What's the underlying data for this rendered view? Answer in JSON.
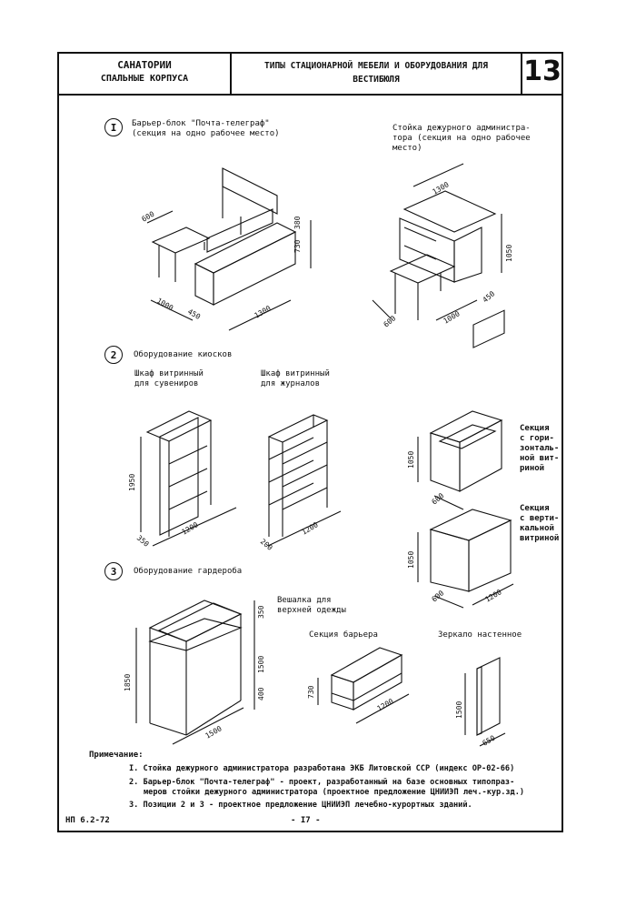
{
  "header": {
    "left_line1": "САНАТОРИИ",
    "left_line2": "СПАЛЬНЫЕ КОРПУСА",
    "title_line1": "ТИПЫ СТАЦИОНАРНОЙ МЕБЕЛИ И ОБОРУДОВАНИЯ ДЛЯ",
    "title_line2": "ВЕСТИБЮЛЯ",
    "sheet_number": "13"
  },
  "sections": {
    "s1": {
      "number": "I",
      "title_line1": "Барьер-блок \"Почта-телеграф\"",
      "title_line2": "(секция на одно рабочее место)",
      "right_line1": "Стойка дежурного администра-",
      "right_line2": "тора (секция на одно рабочее",
      "right_line3": "место)",
      "dims_left": [
        "600",
        "730",
        "380",
        "1000",
        "450",
        "1300"
      ],
      "dims_right": [
        "1300",
        "1050",
        "600",
        "1000",
        "450"
      ]
    },
    "s2": {
      "number": "2",
      "title": "Оборудование киосков",
      "cab1_line1": "Шкаф витринный",
      "cab1_line2": "для сувениров",
      "cab2_line1": "Шкаф витринный",
      "cab2_line2": "для журналов",
      "horiz_lines": [
        "Секция",
        "с гори-",
        "зонталь-",
        "ной вит-",
        "риной"
      ],
      "vert_lines": [
        "Секция",
        "с верти-",
        "кальной",
        "витриной"
      ],
      "dims": [
        "1950",
        "1200",
        "350",
        "200",
        "1200",
        "1050",
        "600",
        "1050",
        "600",
        "1200"
      ]
    },
    "s3": {
      "number": "3",
      "title": "Оборудование гардероба",
      "hanger_line1": "Вешалка для",
      "hanger_line2": "верхней одежды",
      "barrier": "Секция барьера",
      "mirror": "Зеркало настенное",
      "dims": [
        "1850",
        "1500",
        "350",
        "1500",
        "400",
        "730",
        "1200",
        "1500",
        "650"
      ]
    }
  },
  "notes": {
    "heading": "Примечание:",
    "n1": "I. Стойка дежурного администратора разработана ЭКБ Литовской ССР (индекс ОР-02-66)",
    "n2a": "2. Барьер-блок \"Почта-телеграф\" - проект, разработанный на базе основных типопраз-",
    "n2b": "меров стойки дежурного администратора (проектное предложение ЦНИИЭП леч.-кур.зд.)",
    "n3": "3. Позиции 2 и 3 - проектное предложение ЦНИИЭП лечебно-курортных зданий."
  },
  "footer": {
    "code": "НП 6.2-72",
    "page": "- I7 -"
  }
}
